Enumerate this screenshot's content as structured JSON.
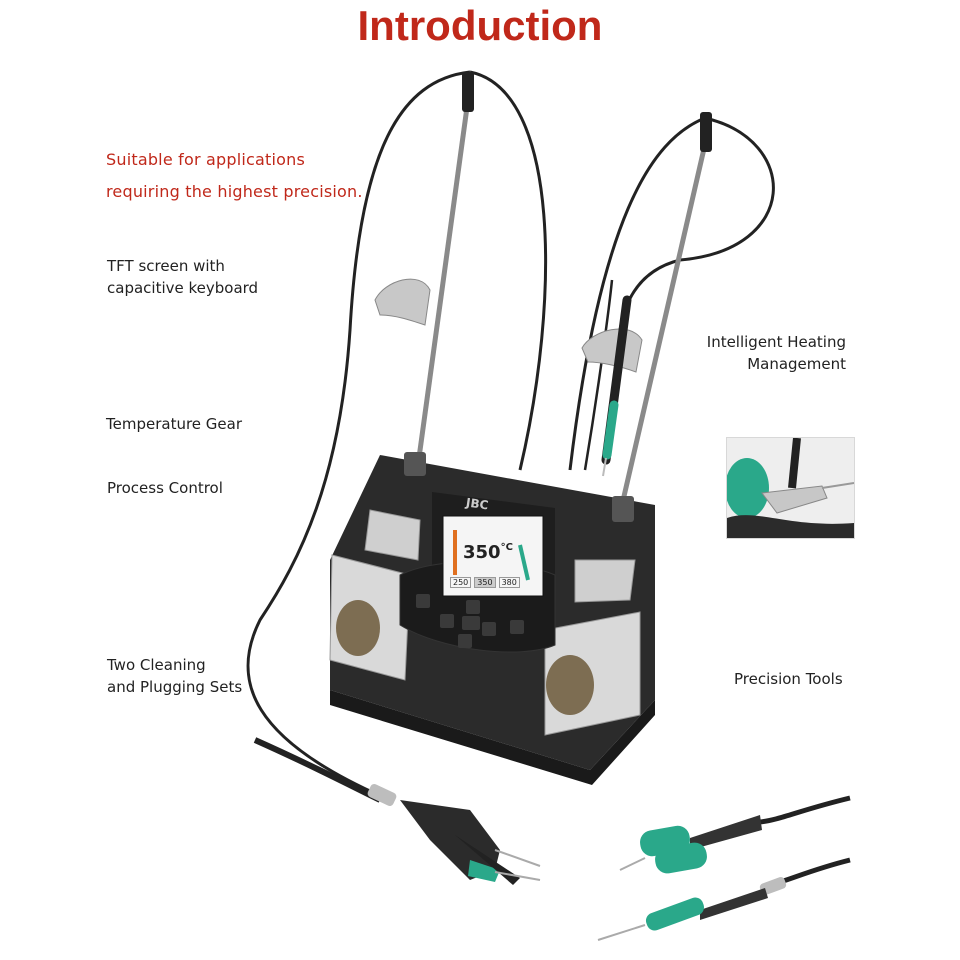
{
  "title": "Introduction",
  "tagline": [
    "Suitable for applications",
    "requiring the highest precision."
  ],
  "features": {
    "tft": [
      "TFT screen with",
      "capacitive keyboard"
    ],
    "temp_gear": "Temperature Gear",
    "process": "Process Control",
    "cleaning": [
      "Two Cleaning",
      "and Plugging Sets"
    ],
    "heating": [
      "Intelligent Heating",
      "Management"
    ],
    "tools": "Precision Tools"
  },
  "device": {
    "brand": "JBC",
    "temperature": "350",
    "unit": "°C",
    "presets": [
      "250",
      "350",
      "380"
    ]
  },
  "colors": {
    "accent": "#c0281a",
    "tool_green": "#2aa88a",
    "body": "#2b2b2b"
  }
}
